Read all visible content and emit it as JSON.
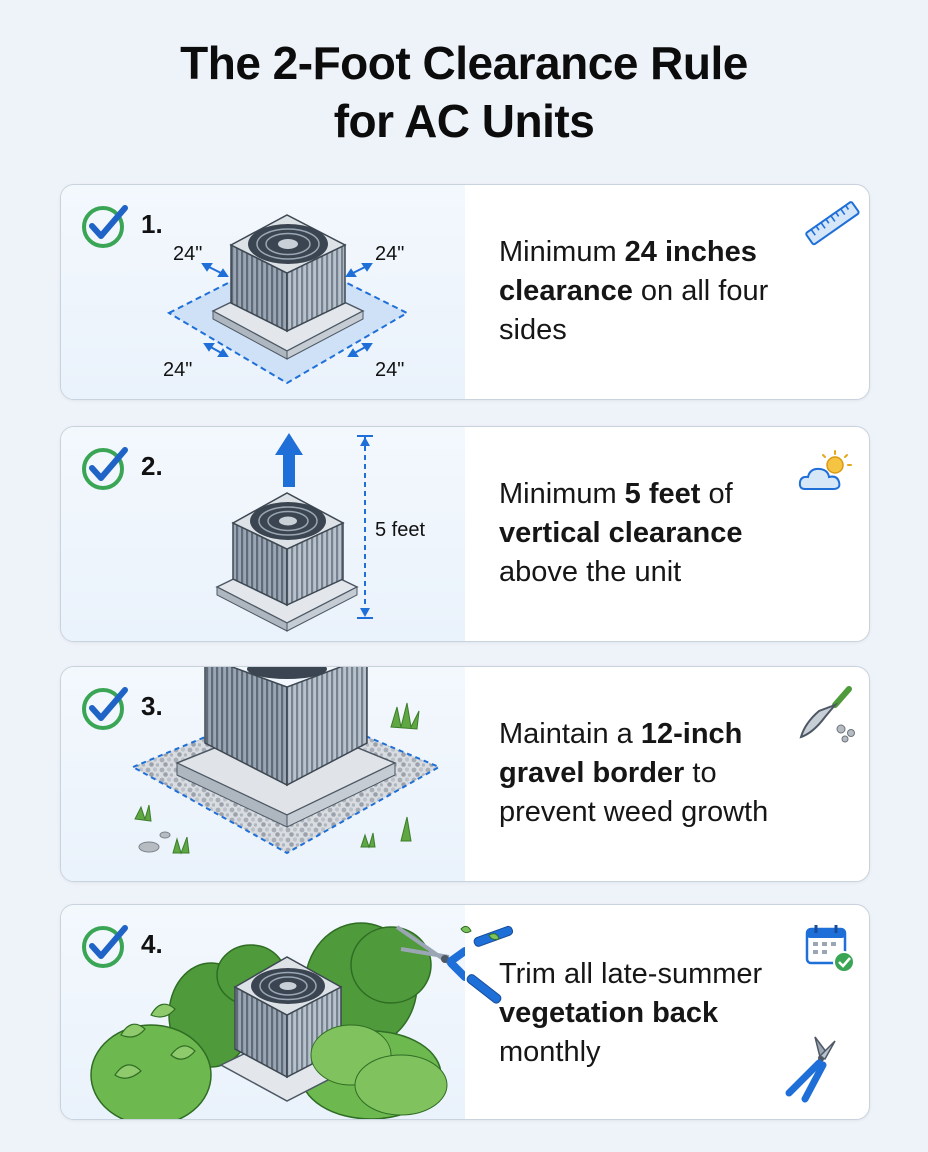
{
  "title_line1": "The 2-Foot Clearance Rule",
  "title_line2": "for AC Units",
  "colors": {
    "check_green": "#3aa655",
    "check_blue": "#1f63c6",
    "accent_blue": "#1e6fd8"
  },
  "cards": [
    {
      "number": "1.",
      "dims": [
        "24\"",
        "24\"",
        "24\"",
        "24\""
      ],
      "text": [
        {
          "t": "Minimum ",
          "b": false
        },
        {
          "t": "24 inches clearance",
          "b": true
        },
        {
          "t": " on all four sides",
          "b": false
        }
      ],
      "icon": "ruler-icon"
    },
    {
      "number": "2.",
      "height_label": "5 feet",
      "text": [
        {
          "t": "Minimum ",
          "b": false
        },
        {
          "t": "5 feet",
          "b": true
        },
        {
          "t": " of ",
          "b": false
        },
        {
          "t": "vertical clearance",
          "b": true
        },
        {
          "t": " above the unit",
          "b": false
        }
      ],
      "icon": "sun-cloud-icon"
    },
    {
      "number": "3.",
      "text": [
        {
          "t": "Maintain a ",
          "b": false
        },
        {
          "t": "12-inch gravel border",
          "b": true
        },
        {
          "t": " to prevent weed growth",
          "b": false
        }
      ],
      "icon": "trowel-icon"
    },
    {
      "number": "4.",
      "text": [
        {
          "t": "Trim all late-summer ",
          "b": false
        },
        {
          "t": "vegetation back",
          "b": true
        },
        {
          "t": " monthly",
          "b": false
        }
      ],
      "icon": "calendar-check-icon"
    }
  ]
}
